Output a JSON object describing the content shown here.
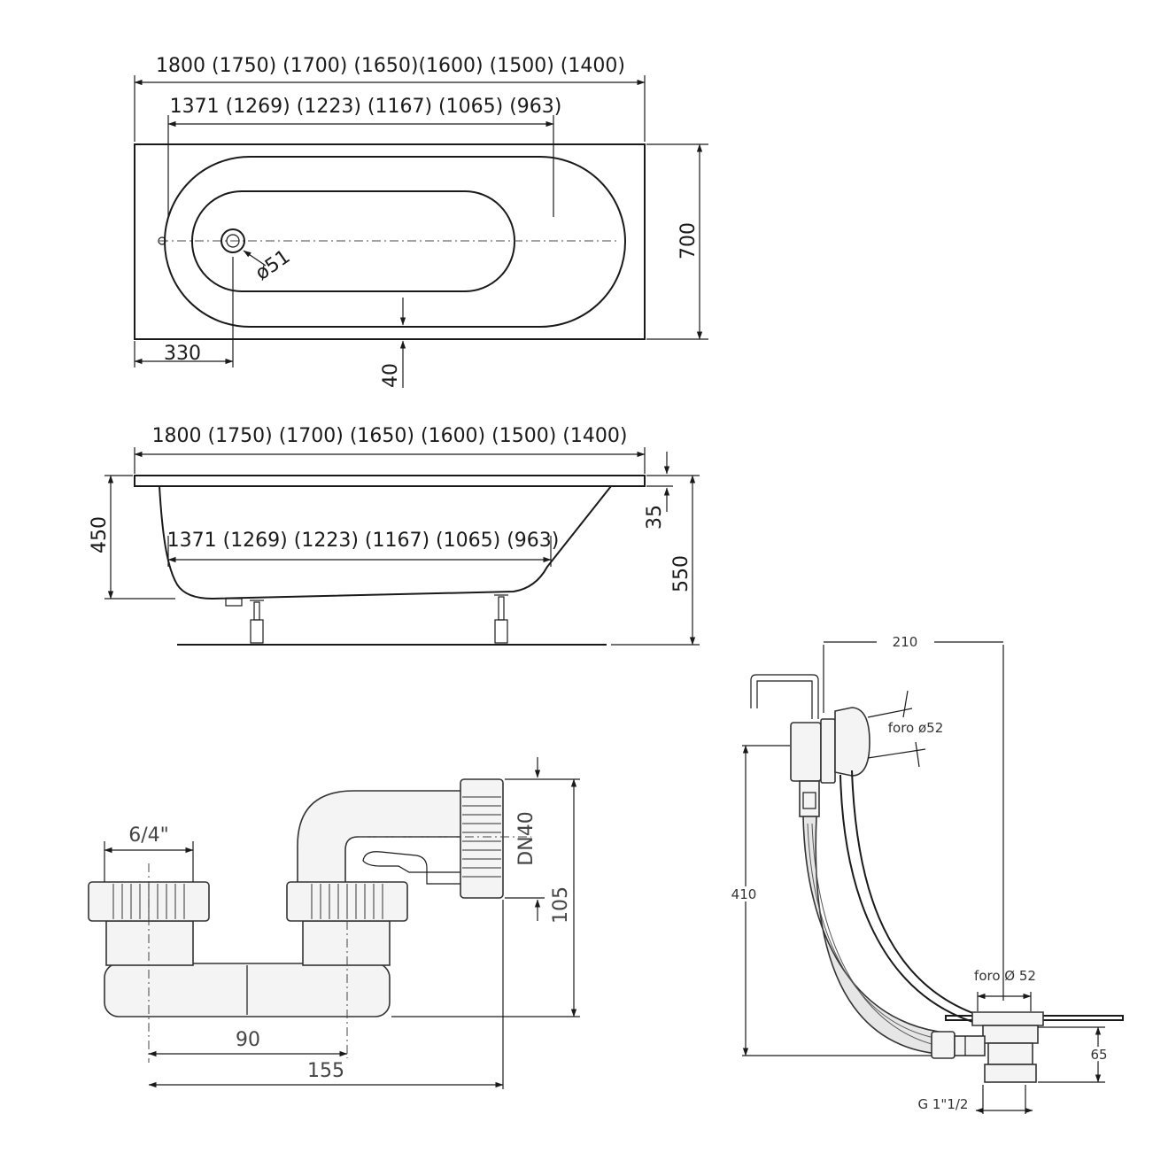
{
  "top_view": {
    "overall_lengths": "1800 (1750) (1700) (1650)(1600) (1500) (1400)",
    "inner_lengths": "1371 (1269) (1223) (1167) (1065) (963)",
    "width": "700",
    "drain_diameter": "ø51",
    "drain_offset": "330",
    "rim_width": "40"
  },
  "side_view": {
    "overall_lengths": "1800 (1750) (1700) (1650) (1600) (1500) (1400)",
    "inner_lengths": "1371 (1269) (1223) (1167) (1065) (963)",
    "depth": "450",
    "rim_thickness": "35",
    "total_height": "550"
  },
  "siphon": {
    "thread": "6/4\"",
    "outlet": "DN40",
    "height": "105",
    "inlet_spacing": "90",
    "total_width": "155"
  },
  "overflow_drain": {
    "width": "210",
    "overflow_hole": "foro ø52",
    "height": "410",
    "drain_hole": "foro Ø 52",
    "drain_height": "65",
    "thread": "G 1\"1/2"
  }
}
